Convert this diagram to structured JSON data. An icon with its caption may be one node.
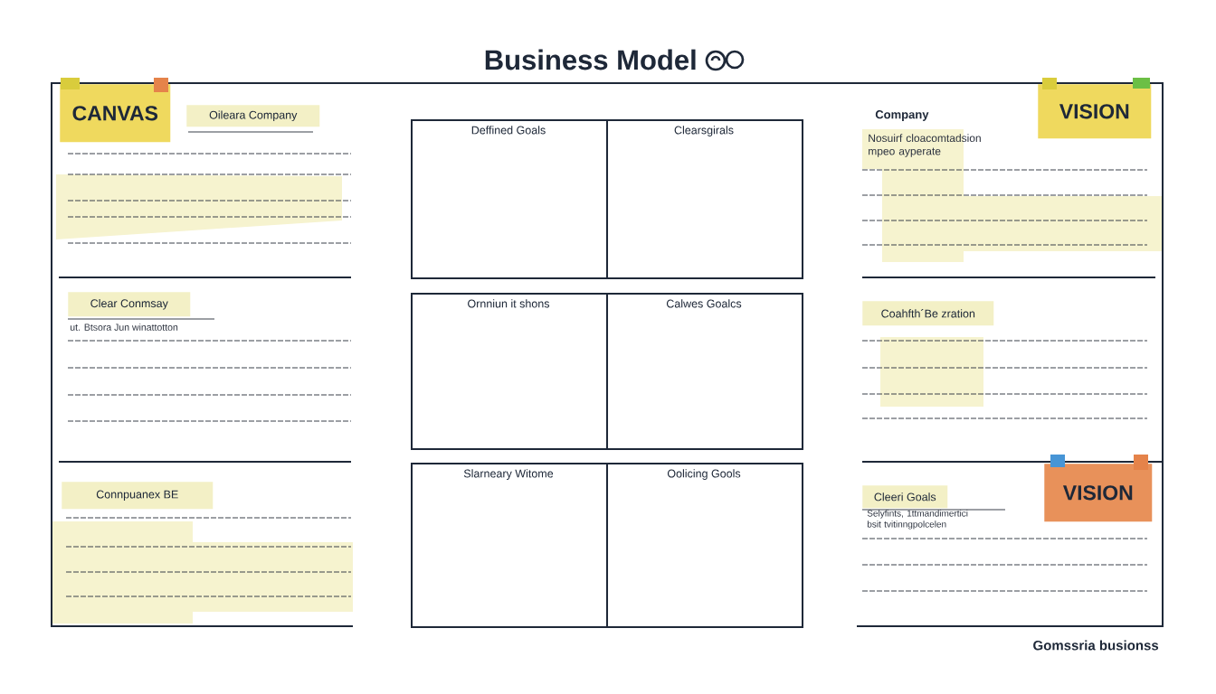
{
  "diagram": {
    "title": "Business Model",
    "nodes": [
      {
        "text": [
          "CANVAS"
        ]
      },
      {
        "text": [
          "Oileara Company"
        ]
      },
      {
        "text": [
          "Deffined Goals"
        ]
      },
      {
        "text": [
          "Clearsgirals"
        ]
      },
      {
        "text": [
          "VISION"
        ]
      },
      {
        "text": [
          "Clear Conmsay"
        ],
        "beside": [
          "ut. Btsora Jun winattotton"
        ]
      },
      {
        "text": [
          "Ornniun it shons"
        ]
      },
      {
        "text": [
          "Calwes Goalcs"
        ]
      },
      {
        "text": [
          "Coahfth´Be zration"
        ]
      },
      {
        "text": [
          "Connpuanex BE"
        ]
      },
      {
        "text": [
          "Slarneary Witome"
        ]
      },
      {
        "text": [
          "Oolicing Gools"
        ]
      },
      {
        "text": [
          "Cleeri Goals"
        ],
        "beside": [
          "Selyfints, 1ttmandimertici bsit tvitinngpolcelen"
        ]
      },
      {
        "text": [
          "VISION"
        ]
      },
      {
        "text": [],
        "shape": "box"
      },
      {
        "text": [
          "Company",
          "Nosuirf cloacomtadsion mpeo ayperate"
        ]
      },
      {
        "text": [],
        "shape": "box"
      },
      {
        "text": [],
        "shape": "box"
      }
    ],
    "labels": [
      "Gomssria busionss"
    ]
  }
}
